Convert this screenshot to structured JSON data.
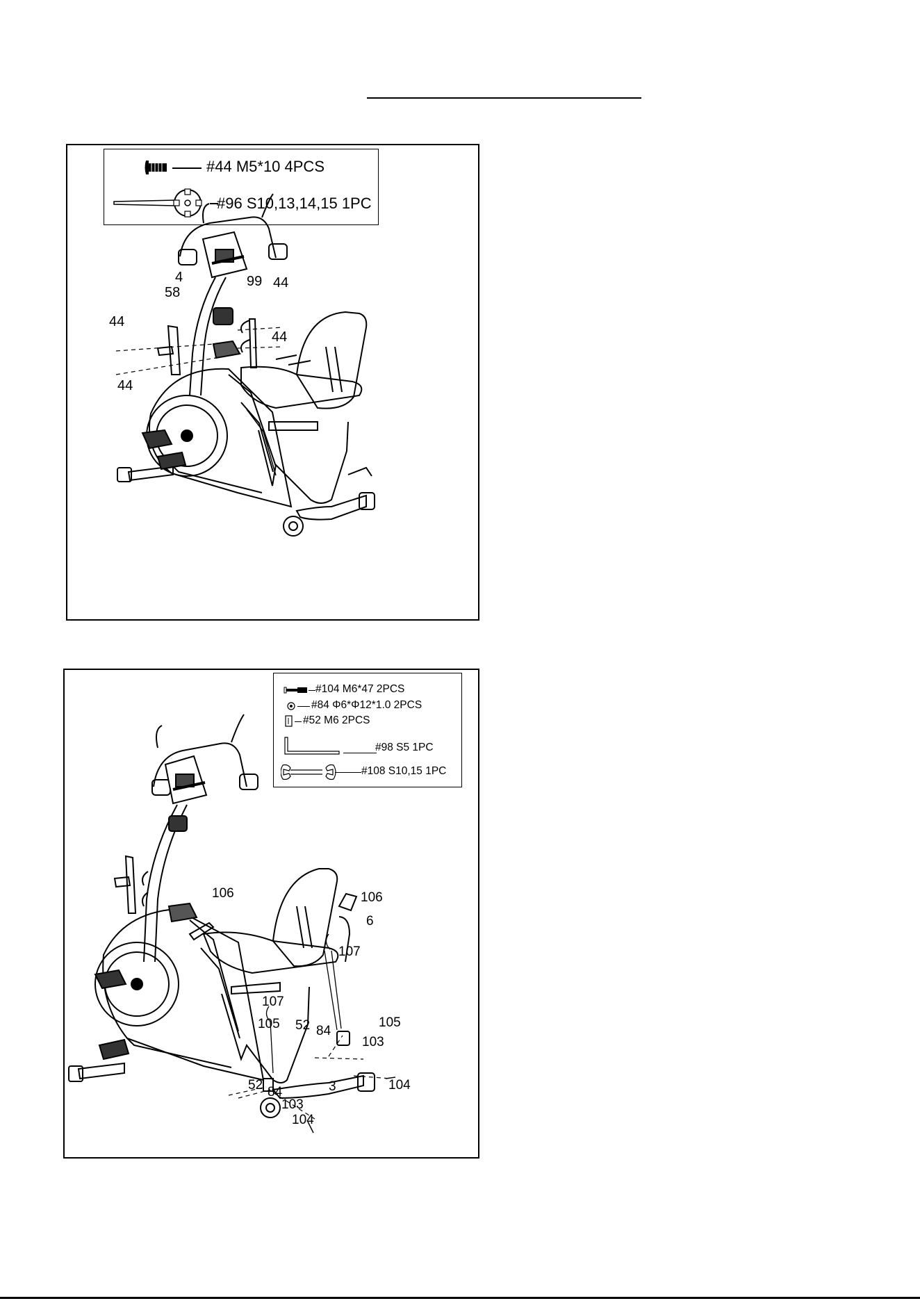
{
  "panel1": {
    "legend": [
      {
        "icon": "bolt-icon",
        "text": "#44 M5*10 4PCS"
      },
      {
        "icon": "multi-wrench-icon",
        "text": "#96 S10,13,14,15 1PC"
      }
    ],
    "labels": {
      "l4": "4",
      "l58": "58",
      "l99": "99",
      "l44a": "44",
      "l44b": "44",
      "l44c": "44",
      "l44d": "44"
    }
  },
  "panel2": {
    "legend": [
      {
        "icon": "bolt-icon",
        "text": "#104 M6*47  2PCS"
      },
      {
        "icon": "washer-icon",
        "text": "#84 Φ6*Φ12*1.0  2PCS"
      },
      {
        "icon": "nut-icon",
        "text": "#52 M6 2PCS"
      },
      {
        "icon": "allen-key-icon",
        "text": "#98 S5 1PC"
      },
      {
        "icon": "wrench-icon",
        "text": "#108 S10,15 1PC"
      }
    ],
    "labels": {
      "l106a": "106",
      "l106b": "106",
      "l6": "6",
      "l107a": "107",
      "l107b": "107",
      "l105a": "105",
      "l105b": "105",
      "l52a": "52",
      "l84a": "84",
      "l103a": "103",
      "l52b": "52",
      "l84b": "84",
      "l103b": "103",
      "l3": "3",
      "l104a": "104",
      "l104b": "104"
    }
  }
}
